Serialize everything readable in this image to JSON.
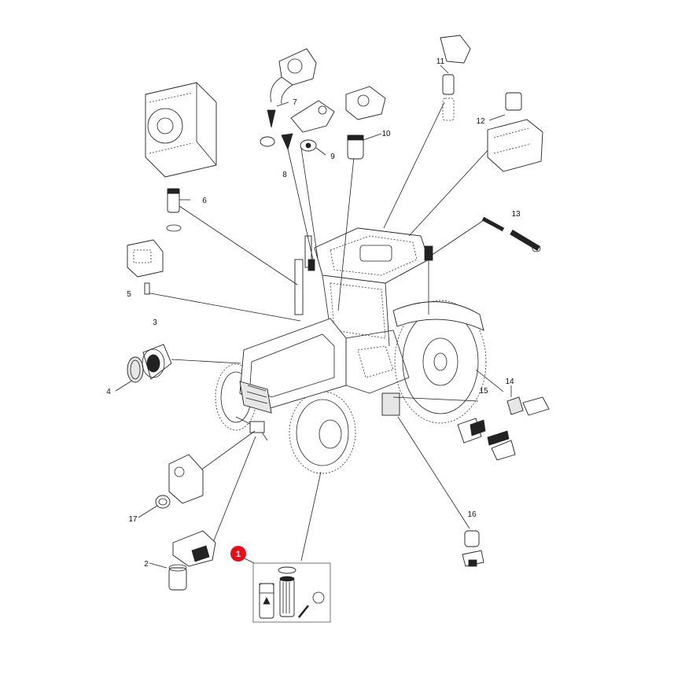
{
  "callouts": [
    {
      "id": "c1",
      "label": "1",
      "highlighted": true
    },
    {
      "id": "c2",
      "label": "2"
    },
    {
      "id": "c3",
      "label": "3"
    },
    {
      "id": "c4",
      "label": "4"
    },
    {
      "id": "c5",
      "label": "5"
    },
    {
      "id": "c6",
      "label": "6"
    },
    {
      "id": "c7",
      "label": "7"
    },
    {
      "id": "c8",
      "label": "8"
    },
    {
      "id": "c9",
      "label": "9"
    },
    {
      "id": "c10",
      "label": "10"
    },
    {
      "id": "c11",
      "label": "11"
    },
    {
      "id": "c12",
      "label": "12"
    },
    {
      "id": "c13",
      "label": "13"
    },
    {
      "id": "c14",
      "label": "14"
    },
    {
      "id": "c15",
      "label": "15"
    },
    {
      "id": "c16",
      "label": "16"
    },
    {
      "id": "c17",
      "label": "17"
    }
  ],
  "colors": {
    "highlight": "#e3101b",
    "line": "#222222",
    "background": "#ffffff"
  },
  "icons": [
    "tractor-illustration",
    "filter-part-icons"
  ]
}
